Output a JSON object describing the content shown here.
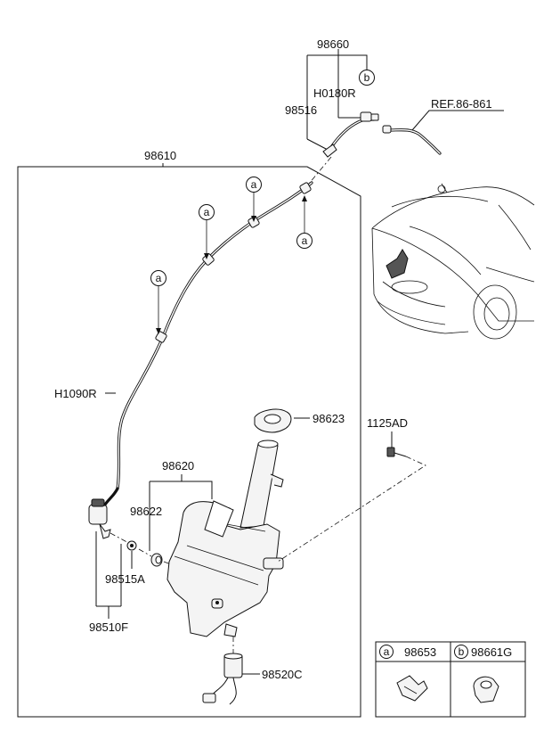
{
  "labels": {
    "p98660": "98660",
    "h0180r": "H0180R",
    "p98516": "98516",
    "ref": "REF.86-861",
    "p98610": "98610",
    "h1090r": "H1090R",
    "p98623": "98623",
    "p1125ad": "1125AD",
    "p98620": "98620",
    "p98622": "98622",
    "p98515a": "98515A",
    "p98510f": "98510F",
    "p98520c": "98520C"
  },
  "callouts": {
    "a": "a",
    "b": "b"
  },
  "legend": {
    "a_letter": "a",
    "a_part": "98653",
    "b_letter": "b",
    "b_part": "98661G"
  }
}
